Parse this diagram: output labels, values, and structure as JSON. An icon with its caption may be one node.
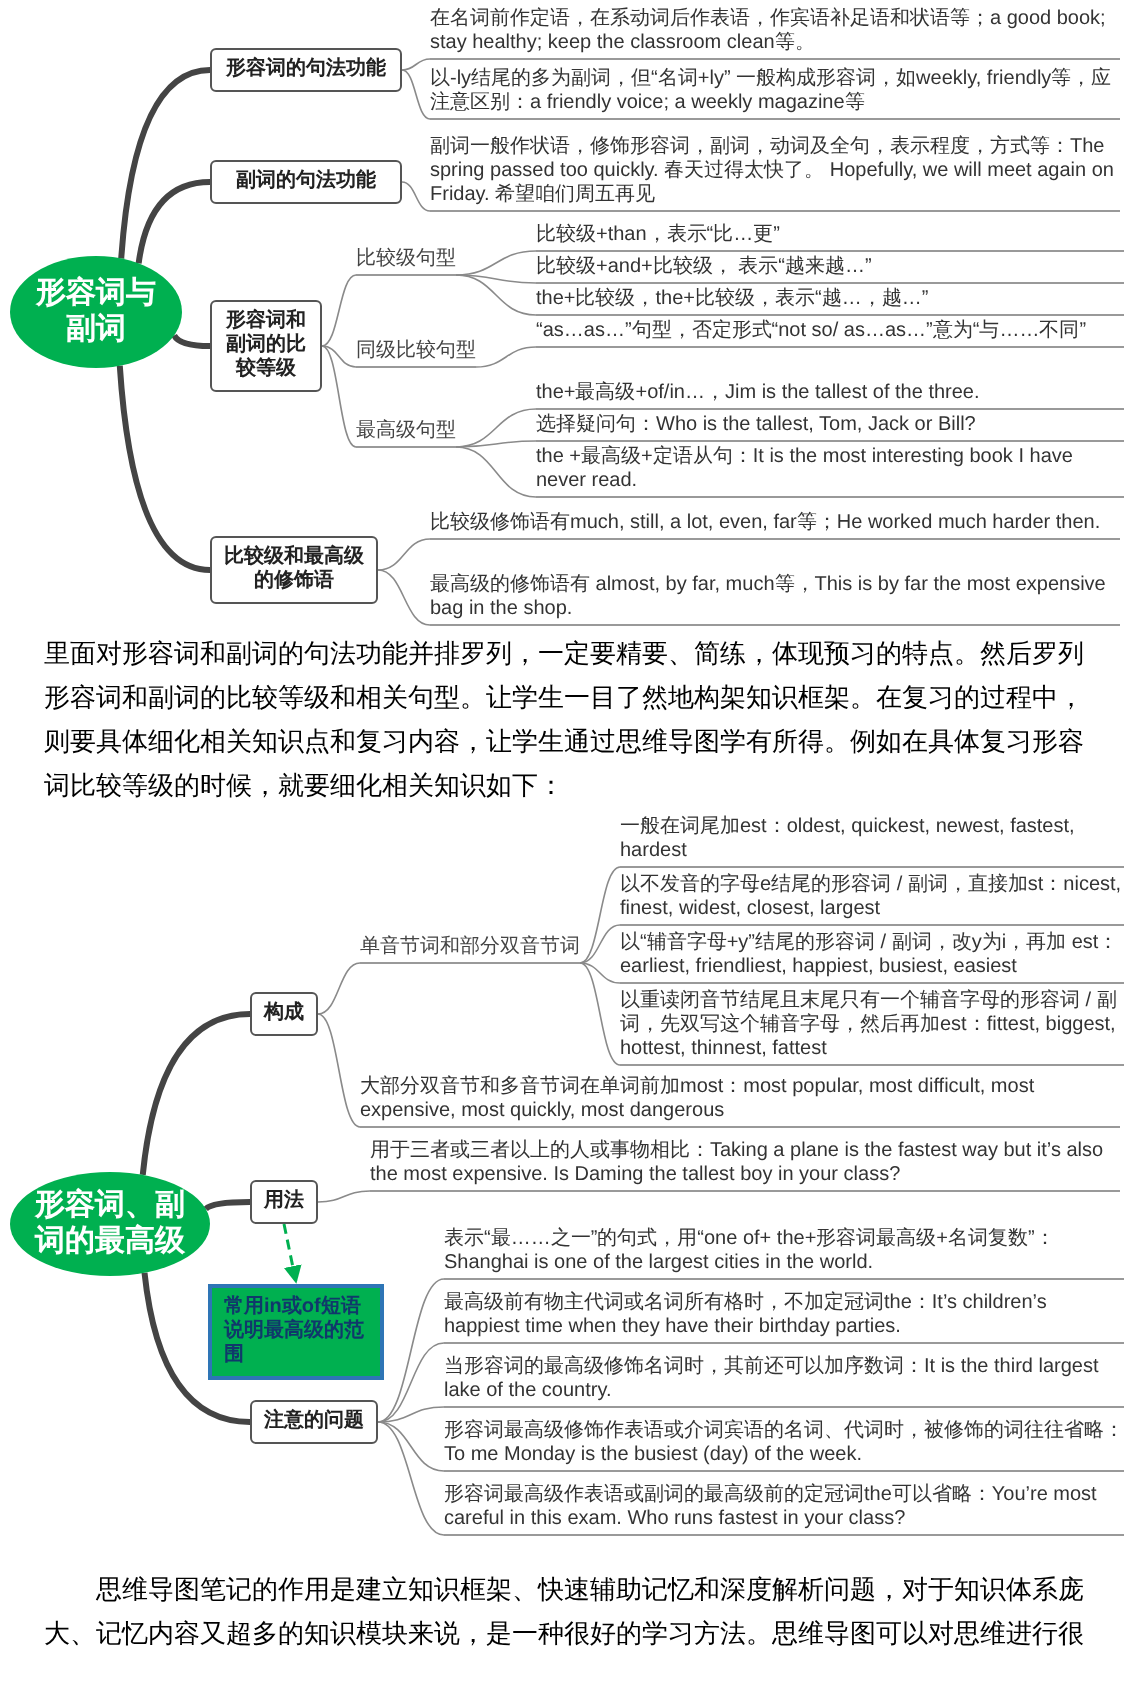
{
  "diagram": {
    "nodes": [
      {
        "text": [
          "形容词与副词"
        ]
      },
      {
        "text": [
          "形容词的句法功能"
        ]
      },
      {
        "text": [
          "在名词前作定语，在系动词后作表语，作宾语补足语和状语等；a good book; stay healthy; keep the classroom clean等。"
        ]
      },
      {
        "text": [
          "以-ly结尾的多为副词，但“名词+ly” 一般构成形容词，如weekly, friendly等，应注意区别：a friendly voice; a weekly magazine等"
        ]
      },
      {
        "text": [
          "副词的句法功能"
        ]
      },
      {
        "text": [
          "副词一般作状语，修饰形容词，副词，动词及全句，表示程度，方式等：The spring passed too quickly. 春天过得太快了。 Hopefully, we will meet again on Friday. 希望咱们周五再见"
        ]
      },
      {
        "text": [
          "形容词和副词的比较等级"
        ]
      },
      {
        "text": [
          "比较级句型"
        ]
      },
      {
        "text": [
          "比较级+than，表示“比…更”"
        ]
      },
      {
        "text": [
          "比较级+and+比较级， 表示“越来越…”"
        ]
      },
      {
        "text": [
          "the+比较级，the+比较级，表示“越…，越…”"
        ]
      },
      {
        "text": [
          "同级比较句型"
        ]
      },
      {
        "text": [
          "“as…as…”句型，否定形式“not so/ as…as…”意为“与……不同”"
        ]
      },
      {
        "text": [
          "最高级句型"
        ]
      },
      {
        "text": [
          "the+最高级+of/in…，Jim is the tallest of the three."
        ]
      },
      {
        "text": [
          "选择疑问句：Who is the tallest, Tom, Jack or Bill?"
        ]
      },
      {
        "text": [
          "the +最高级+定语从句：It is the most interesting book I have never read."
        ]
      },
      {
        "text": [
          "比较级和最高级的修饰语"
        ]
      },
      {
        "text": [
          "比较级修饰语有much, still, a lot, even, far等；He worked much harder then."
        ]
      },
      {
        "text": [
          "最高级的修饰语有 almost, by far, much等，This is by far the most expensive bag in the shop."
        ]
      },
      {
        "text": [
          "形容词、副词的最高级"
        ]
      },
      {
        "text": [
          "构成"
        ]
      },
      {
        "text": [
          "单音节词和部分双音节词"
        ]
      },
      {
        "text": [
          "一般在词尾加est：oldest, quickest, newest, fastest, hardest"
        ]
      },
      {
        "text": [
          "以不发音的字母e结尾的形容词 / 副词，直接加st：nicest, finest, widest, closest, largest"
        ]
      },
      {
        "text": [
          "以“辅音字母+y”结尾的形容词 / 副词，改y为i，再加 est：earliest, friendliest, happiest, busiest, easiest"
        ]
      },
      {
        "text": [
          "以重读闭音节结尾且末尾只有一个辅音字母的形容词 / 副词，先双写这个辅音字母，然后再加est：fittest, biggest, hottest, thinnest, fattest"
        ]
      },
      {
        "text": [
          "大部分双音节和多音节词在单词前加most：most popular, most difficult, most expensive, most quickly, most dangerous"
        ]
      },
      {
        "text": [
          "用法"
        ]
      },
      {
        "text": [
          "用于三者或三者以上的人或事物相比：Taking a plane is the fastest way but it’s also the most expensive. Is Daming the tallest boy in your class?"
        ]
      },
      {
        "text": [
          "常用in或of短语说明最高级的范围"
        ]
      },
      {
        "text": [
          "注意的问题"
        ]
      },
      {
        "text": [
          "表示“最……之一”的句式，用“one of+ the+形容词最高级+名词复数”：Shanghai is one of the largest cities in the world."
        ]
      },
      {
        "text": [
          "最高级前有物主代词或名词所有格时，不加定冠词the：It’s children’s happiest time when they have their birthday parties."
        ]
      },
      {
        "text": [
          "当形容词的最高级修饰名词时，其前还可以加序数词：It is the third largest lake of the country."
        ]
      },
      {
        "text": [
          "形容词最高级修饰作表语或介词宾语的名词、代词时，被修饰的词往往省略：To me Monday is the busiest (day) of the week."
        ]
      },
      {
        "text": [
          "形容词最高级作表语或副词的最高级前的定冠词the可以省略：You’re most careful in this exam. Who runs fastest in your class?"
        ]
      }
    ],
    "edges": [
      {
        "from": 0,
        "to": 1,
        "arrow": "none",
        "style": "thick"
      },
      {
        "from": 0,
        "to": 4,
        "arrow": "none",
        "style": "thick"
      },
      {
        "from": 0,
        "to": 6,
        "arrow": "none",
        "style": "thick"
      },
      {
        "from": 0,
        "to": 17,
        "arrow": "none",
        "style": "thick"
      },
      {
        "from": 1,
        "to": 2,
        "arrow": "none"
      },
      {
        "from": 1,
        "to": 3,
        "arrow": "none"
      },
      {
        "from": 4,
        "to": 5,
        "arrow": "none"
      },
      {
        "from": 6,
        "to": 7,
        "arrow": "none"
      },
      {
        "from": 6,
        "to": 11,
        "arrow": "none"
      },
      {
        "from": 6,
        "to": 13,
        "arrow": "none"
      },
      {
        "from": 7,
        "to": 8,
        "arrow": "none"
      },
      {
        "from": 7,
        "to": 9,
        "arrow": "none"
      },
      {
        "from": 7,
        "to": 10,
        "arrow": "none"
      },
      {
        "from": 11,
        "to": 12,
        "arrow": "none"
      },
      {
        "from": 13,
        "to": 14,
        "arrow": "none"
      },
      {
        "from": 13,
        "to": 15,
        "arrow": "none"
      },
      {
        "from": 13,
        "to": 16,
        "arrow": "none"
      },
      {
        "from": 17,
        "to": 18,
        "arrow": "none"
      },
      {
        "from": 17,
        "to": 19,
        "arrow": "none"
      },
      {
        "from": 20,
        "to": 21,
        "arrow": "none",
        "style": "thick"
      },
      {
        "from": 20,
        "to": 28,
        "arrow": "none",
        "style": "thick"
      },
      {
        "from": 20,
        "to": 31,
        "arrow": "none",
        "style": "thick"
      },
      {
        "from": 21,
        "to": 22,
        "arrow": "none"
      },
      {
        "from": 21,
        "to": 27,
        "arrow": "none"
      },
      {
        "from": 22,
        "to": 23,
        "arrow": "none"
      },
      {
        "from": 22,
        "to": 24,
        "arrow": "none"
      },
      {
        "from": 22,
        "to": 25,
        "arrow": "none"
      },
      {
        "from": 22,
        "to": 26,
        "arrow": "none"
      },
      {
        "from": 28,
        "to": 29,
        "arrow": "none"
      },
      {
        "from": 28,
        "to": 30,
        "arrow": "to",
        "style": "dashed",
        "color": "#00b050"
      },
      {
        "from": 31,
        "to": 32,
        "arrow": "none"
      },
      {
        "from": 31,
        "to": 33,
        "arrow": "none"
      },
      {
        "from": 31,
        "to": 34,
        "arrow": "none"
      },
      {
        "from": 31,
        "to": 35,
        "arrow": "none"
      },
      {
        "from": 31,
        "to": 36,
        "arrow": "none"
      }
    ],
    "labels": [
      "里面对形容词和副词的句法功能并排罗列，一定要精要、简练，体现预习的特点。然后罗列形容词和副词的比较等级和相关句型。让学生一目了然地构架知识框架。在复习的过程中，则要具体细化相关知识点和复习内容，让学生通过思维导图学有所得。例如在具体复习形容词比较等级的时候，就要细化相关知识如下：",
      "思维导图笔记的作用是建立知识框架、快速辅助记忆和深度解析问题，对于知识体系庞大、记忆内容又超多的知识模块来说，是一种很好的学习方法。思维导图可以对思维进行很"
    ]
  }
}
